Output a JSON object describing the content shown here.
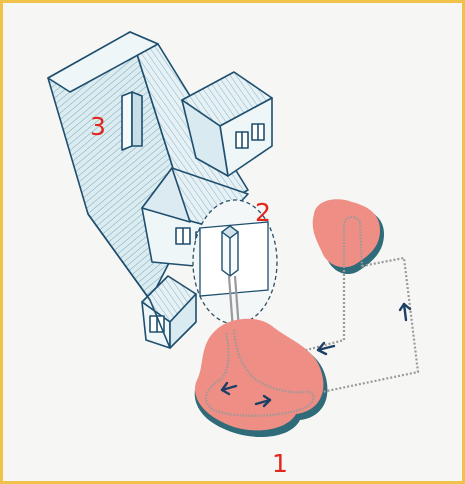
{
  "diagram": {
    "labels": {
      "loop": "1",
      "equipment": "2",
      "house": "3"
    },
    "colors": {
      "frame": "#f0c24a",
      "background": "#f6f6f4",
      "outline": "#1f4f6e",
      "roof": "#d7e9ef",
      "wall": "#eef6f8",
      "ground_loop": "#ee8e85",
      "ground_shadow": "#2f6b78",
      "pipe": "#8a8a8a",
      "arrow": "#1c3f66",
      "label": "#e1261c"
    }
  }
}
